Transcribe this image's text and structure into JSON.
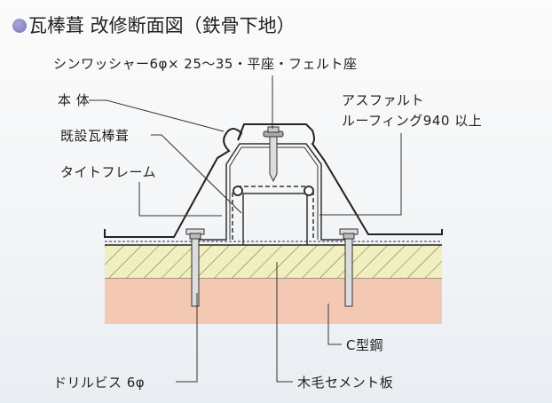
{
  "title": "瓦棒葺 改修断面図（鉄骨下地）",
  "labels": {
    "washer": "シンワッシャー6φ× 25〜35・平座・フェルト座",
    "body": "本 体",
    "existing": "既設瓦棒葺",
    "tight_frame": "タイトフレーム",
    "asphalt_1": "アスファルト",
    "asphalt_2": "ルーフィング940 以上",
    "c_steel": "C型鋼",
    "cement_board": "木毛セメント板",
    "drill_screw": "ドリルビス 6φ"
  },
  "colors": {
    "board": "#f1efbd",
    "steel": "#f3c9b4",
    "bullet": "#8e8ac6"
  }
}
